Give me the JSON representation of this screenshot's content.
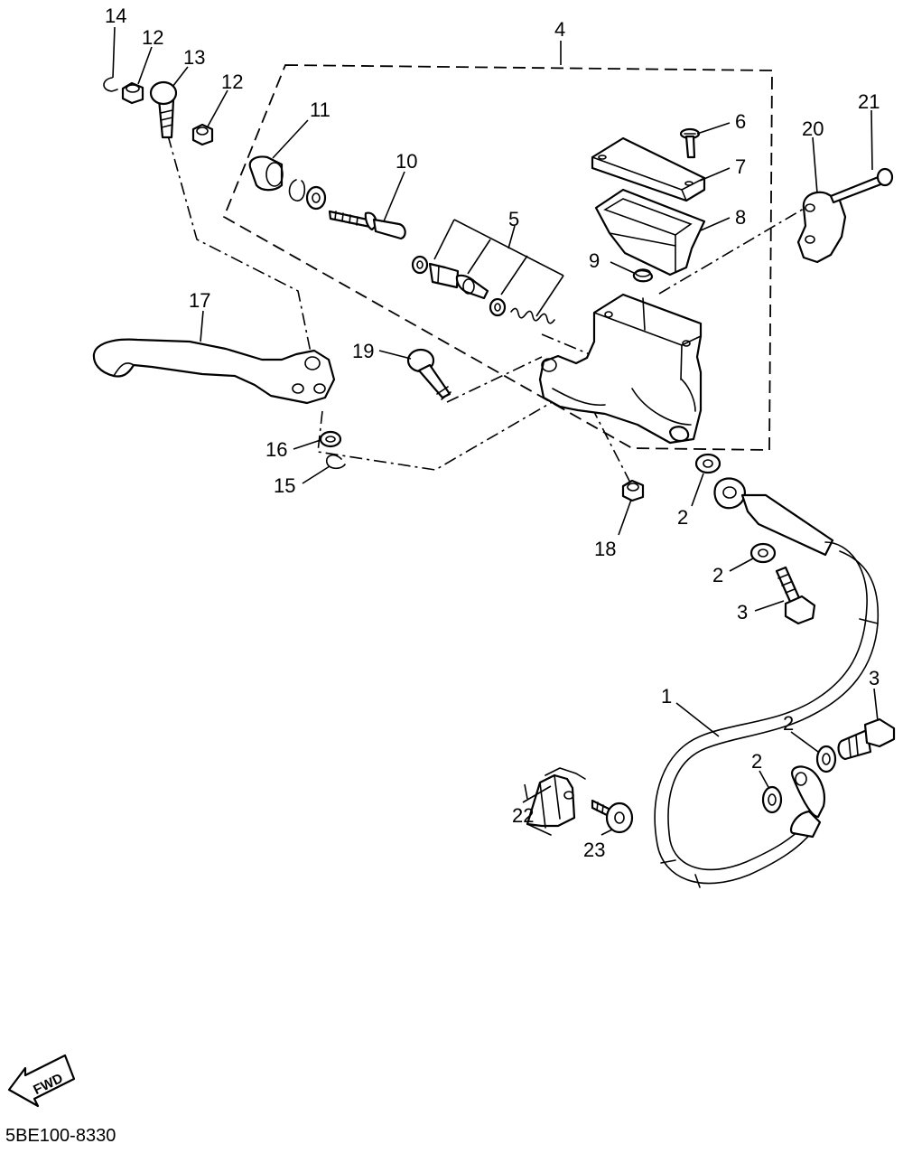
{
  "diagram_code": "5BE100-8330",
  "fwd_label": "FWD",
  "callouts": {
    "c1": "1",
    "c2a": "2",
    "c2b": "2",
    "c2c": "2",
    "c2d": "2",
    "c3a": "3",
    "c3b": "3",
    "c4": "4",
    "c5": "5",
    "c6": "6",
    "c7": "7",
    "c8": "8",
    "c9": "9",
    "c10": "10",
    "c11": "11",
    "c12a": "12",
    "c12b": "12",
    "c13": "13",
    "c14": "14",
    "c15": "15",
    "c16": "16",
    "c17": "17",
    "c18": "18",
    "c19": "19",
    "c20": "20",
    "c21": "21",
    "c22": "22",
    "c23": "23"
  }
}
